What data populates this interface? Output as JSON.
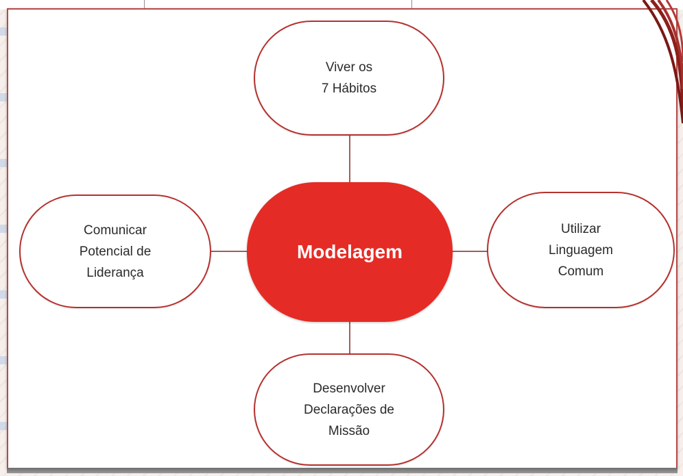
{
  "diagram": {
    "center": {
      "label": "Modelagem"
    },
    "nodes": {
      "top": {
        "label": "Viver os\n7 Hábitos"
      },
      "left": {
        "label": "Comunicar\nPotencial de\nLiderança"
      },
      "right": {
        "label": "Utilizar\nLinguagem\nComum"
      },
      "bottom": {
        "label": "Desenvolver\nDeclarações de\nMissão"
      }
    }
  },
  "colors": {
    "center_fill": "#e52b25",
    "node_border": "#b5302d",
    "connector": "#a25c5a",
    "panel_border": "#b44a47"
  }
}
